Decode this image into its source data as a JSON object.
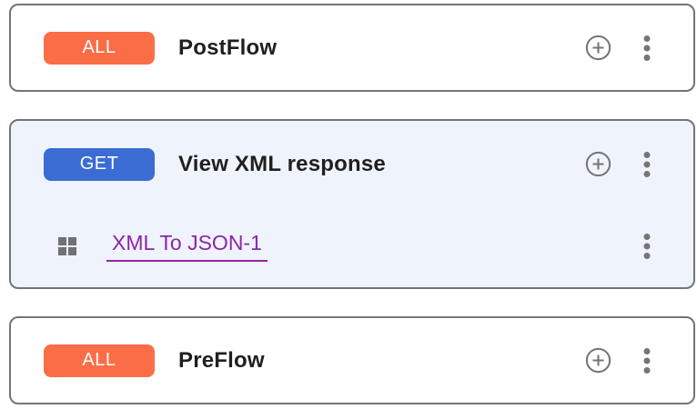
{
  "colors": {
    "badge_all": "#FB6D46",
    "badge_get": "#3B6CD4",
    "selected_bg": "#EFF3FC",
    "card_border": "#71757A",
    "icon_gray": "#757575",
    "link_purple": "#8E24AA",
    "title_text": "#1F1F1F"
  },
  "flows": [
    {
      "badge": "ALL",
      "title": "PostFlow"
    },
    {
      "badge": "GET",
      "title": "View XML response",
      "policies": [
        {
          "label": "XML To JSON-1"
        }
      ]
    },
    {
      "badge": "ALL",
      "title": "PreFlow"
    }
  ],
  "icons": {
    "add": "add-step-icon",
    "more": "more-options-icon",
    "drag": "policy-drag-handle-icon"
  }
}
